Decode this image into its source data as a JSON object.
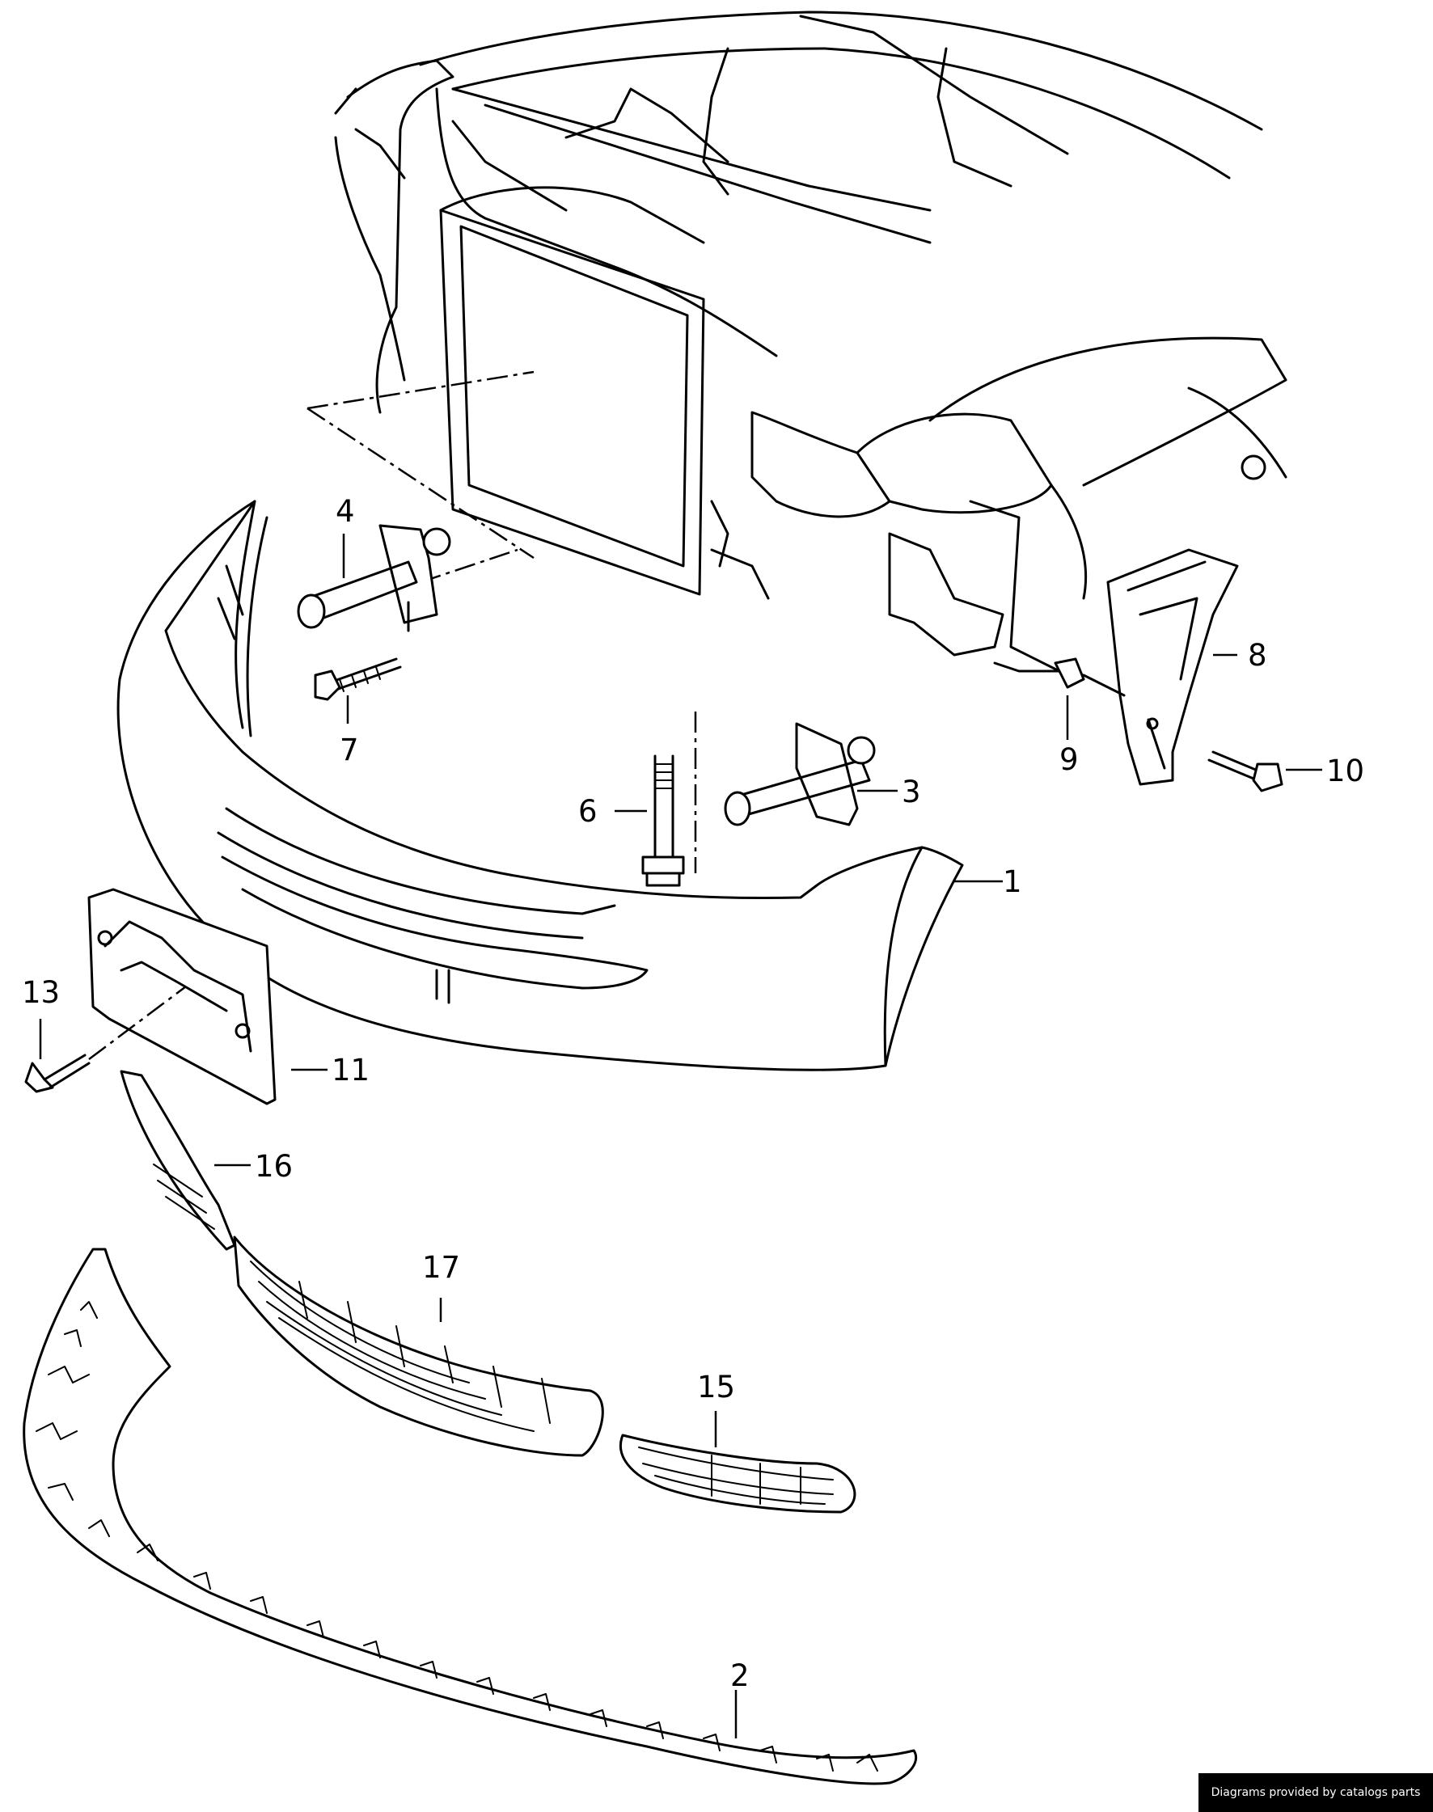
{
  "callouts": [
    {
      "id": "c1",
      "label": "1"
    },
    {
      "id": "c2",
      "label": "2"
    },
    {
      "id": "c3",
      "label": "3"
    },
    {
      "id": "c4",
      "label": "4"
    },
    {
      "id": "c6",
      "label": "6"
    },
    {
      "id": "c7",
      "label": "7"
    },
    {
      "id": "c8",
      "label": "8"
    },
    {
      "id": "c9",
      "label": "9"
    },
    {
      "id": "c10",
      "label": "10"
    },
    {
      "id": "c11",
      "label": "11"
    },
    {
      "id": "c13",
      "label": "13"
    },
    {
      "id": "c15",
      "label": "15"
    },
    {
      "id": "c16",
      "label": "16"
    },
    {
      "id": "c17",
      "label": "17"
    }
  ],
  "credit": "Diagrams provided by catalogs parts"
}
